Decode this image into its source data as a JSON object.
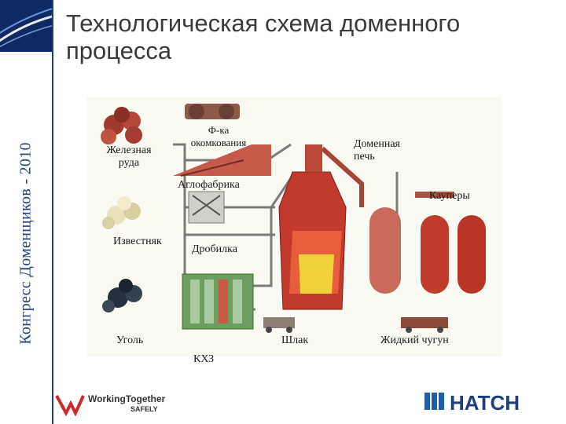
{
  "slide": {
    "title": "Технологическая схема доменного процесса",
    "sidebar_text": "Конгресс Доменщиков - 2010"
  },
  "diagram": {
    "labels": {
      "iron_ore": "Железная руда",
      "pellet_plant": "Ф-ка окомкования",
      "blast_furnace": "Доменная печь",
      "sinter_plant": "Аглофабрика",
      "stoves": "Кауперы",
      "limestone": "Известняк",
      "crusher": "Дробилка",
      "coal": "Уголь",
      "slag": "Шлак",
      "hot_metal": "Жидкий чугун",
      "coke_plant": "КХЗ"
    }
  },
  "footer": {
    "left_logo_line1": "WorkingTogether",
    "left_logo_line2": "SAFELY",
    "right_logo": "HATCH"
  },
  "colors": {
    "brand_blue": "#1f3f7a",
    "hatch_blue": "#1f5fa8",
    "furnace_red": "#c23a2c",
    "slag_yellow": "#f2d23a"
  }
}
